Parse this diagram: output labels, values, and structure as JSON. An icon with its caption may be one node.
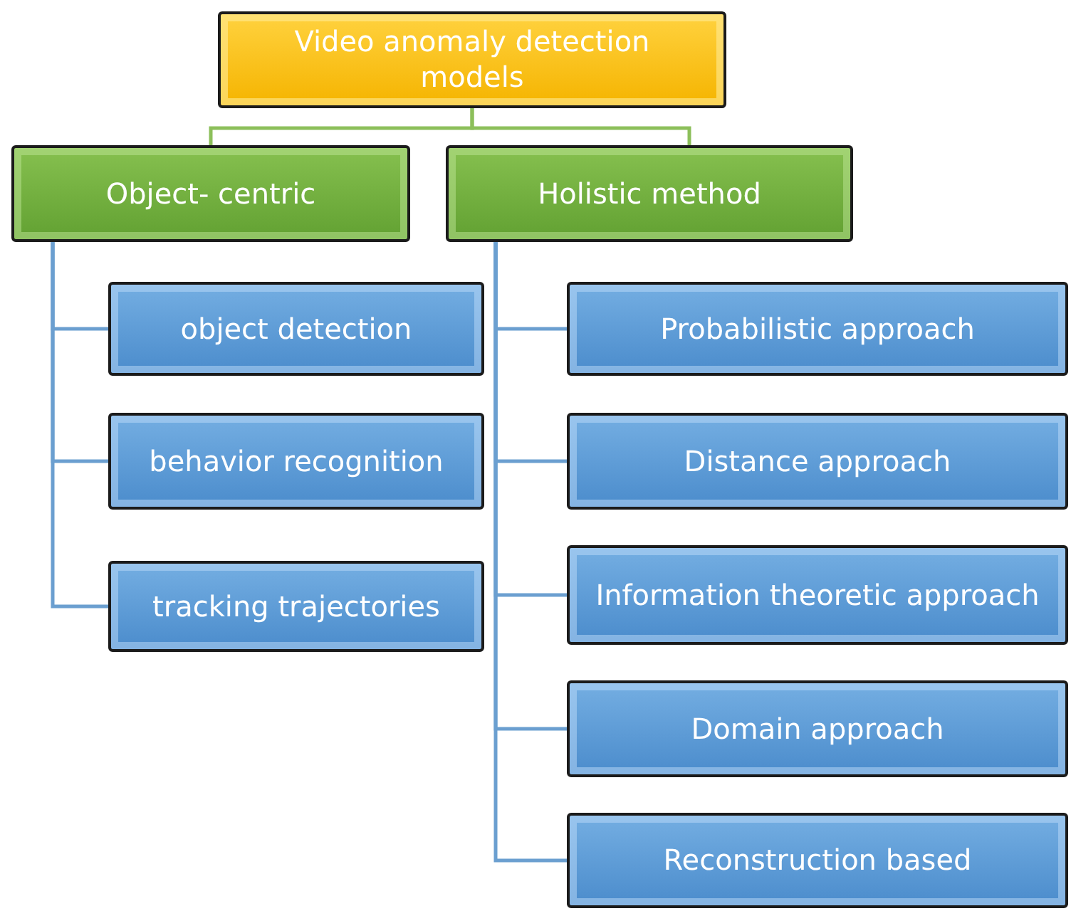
{
  "diagram": {
    "nodes": [
      {
        "text": [
          "Video anomaly detection models"
        ]
      },
      {
        "text": [
          "Object- centric"
        ]
      },
      {
        "text": [
          "Holistic method"
        ]
      },
      {
        "text": [
          "object detection"
        ]
      },
      {
        "text": [
          "behavior recognition"
        ]
      },
      {
        "text": [
          "tracking trajectories"
        ]
      },
      {
        "text": [
          "Probabilistic approach"
        ]
      },
      {
        "text": [
          "Distance approach"
        ]
      },
      {
        "text": [
          "Information theoretic approach"
        ]
      },
      {
        "text": [
          "Domain approach"
        ]
      },
      {
        "text": [
          "Reconstruction based"
        ]
      }
    ],
    "edges": [
      {
        "from": 0,
        "to": 1,
        "arrow": "none",
        "color": "#8cbf5a"
      },
      {
        "from": 0,
        "to": 2,
        "arrow": "none",
        "color": "#8cbf5a"
      },
      {
        "from": 1,
        "to": 3,
        "arrow": "none"
      },
      {
        "from": 1,
        "to": 4,
        "arrow": "none"
      },
      {
        "from": 1,
        "to": 5,
        "arrow": "none"
      },
      {
        "from": 2,
        "to": 6,
        "arrow": "none"
      },
      {
        "from": 2,
        "to": 7,
        "arrow": "none"
      },
      {
        "from": 2,
        "to": 8,
        "arrow": "none"
      },
      {
        "from": 2,
        "to": 9,
        "arrow": "none"
      },
      {
        "from": 2,
        "to": 10,
        "arrow": "none"
      }
    ]
  }
}
